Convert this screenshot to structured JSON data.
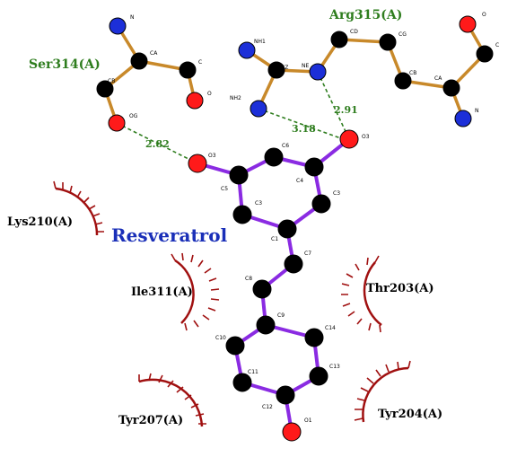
{
  "ligand": {
    "name": "Resveratrol"
  },
  "hbond_residues": [
    {
      "id": "ser314",
      "label": "Ser314(A)"
    },
    {
      "id": "arg315",
      "label": "Arg315(A)"
    }
  ],
  "hydrophobic_residues": [
    {
      "id": "lys210",
      "label": "Lys210(A)"
    },
    {
      "id": "ile311",
      "label": "Ile311(A)"
    },
    {
      "id": "thr203",
      "label": "Thr203(A)"
    },
    {
      "id": "tyr207",
      "label": "Tyr207(A)"
    },
    {
      "id": "tyr204",
      "label": "Tyr204(A)"
    }
  ],
  "hbonds": [
    {
      "from": "OG",
      "to": "O3",
      "distance": "2.82"
    },
    {
      "from": "NH2",
      "to": "O3",
      "distance": "3.18"
    },
    {
      "from": "NE",
      "to": "O3",
      "distance": "2.91"
    }
  ],
  "atom_labels": {
    "ser_n": "N",
    "ser_ca": "CA",
    "ser_c": "C",
    "ser_o": "O",
    "ser_cb": "CB",
    "ser_og": "OG",
    "arg_nh1": "NH1",
    "arg_nh2": "NH2",
    "arg_cz": "CZ",
    "arg_ne": "NE",
    "arg_cd": "CD",
    "arg_cg": "CG",
    "arg_cb": "CB",
    "arg_ca": "CA",
    "arg_c": "C",
    "arg_o": "O",
    "arg_n": "N",
    "lig_o3a": "O3",
    "lig_o3b": "O3",
    "lig_c5": "C5",
    "lig_c6": "C6",
    "lig_c4": "C4",
    "lig_c3a": "C3",
    "lig_c3b": "C3",
    "lig_c1": "C1",
    "lig_c7": "C7",
    "lig_c8": "C8",
    "lig_c9": "C9",
    "lig_c10": "C10",
    "lig_c14": "C14",
    "lig_c11": "C11",
    "lig_c13": "C13",
    "lig_c12": "C12",
    "lig_o1": "O1"
  },
  "colors": {
    "carbon": "#000000",
    "oxygen": "#ff1a1a",
    "nitrogen": "#1c2fd8",
    "protein_bond": "#c8892a",
    "ligand_bond": "#8a2be2",
    "hbond": "#2e7d1e",
    "hydrophobic_arc": "#a01010",
    "title": "#1a2fb8"
  }
}
